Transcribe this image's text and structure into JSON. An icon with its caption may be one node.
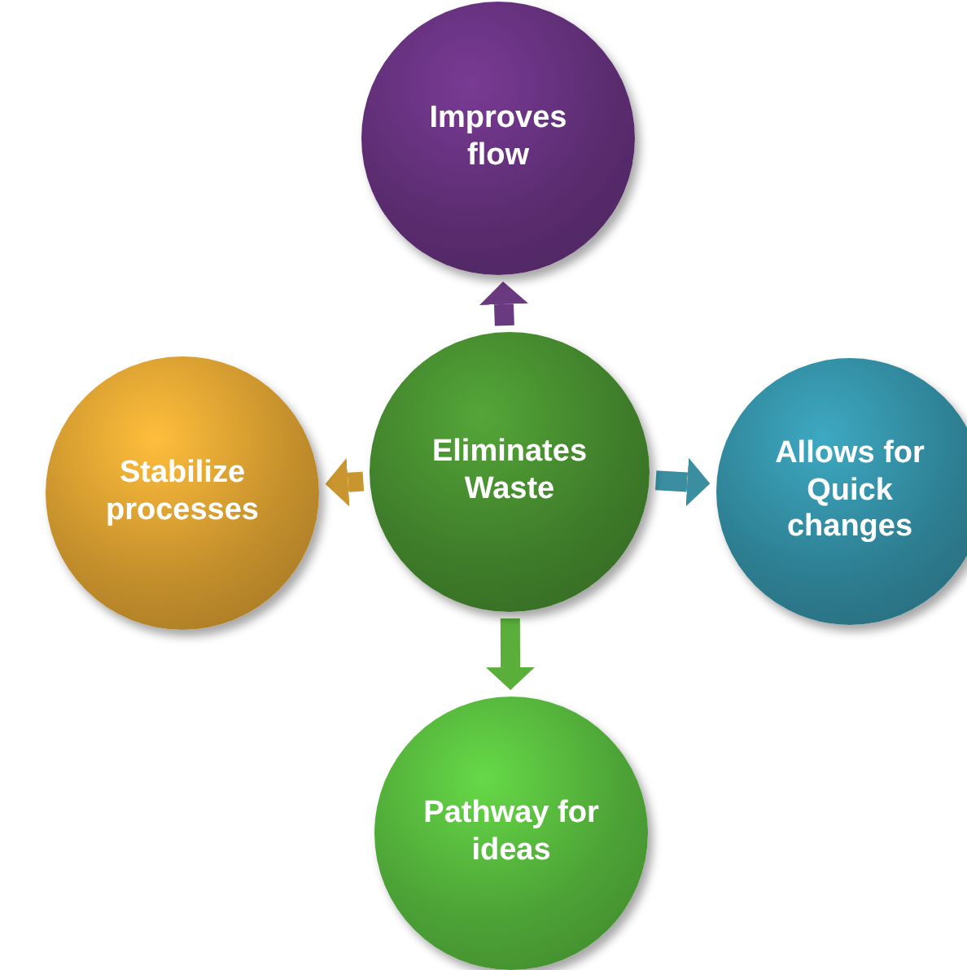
{
  "diagram": {
    "nodes": [
      {
        "text": [
          "Improves flow"
        ]
      },
      {
        "text": [
          "Stabilize processes"
        ]
      },
      {
        "text": [
          "Eliminates Waste"
        ]
      },
      {
        "text": [
          "Allows for Quick changes"
        ]
      },
      {
        "text": [
          "Pathway for ideas"
        ]
      }
    ],
    "edges": [
      {
        "from": 2,
        "to": 0,
        "arrow": "to",
        "color": "#6a3a80"
      },
      {
        "from": 2,
        "to": 1,
        "arrow": "to",
        "color": "#c9952f"
      },
      {
        "from": 2,
        "to": 3,
        "arrow": "to",
        "color": "#3a8ea0"
      },
      {
        "from": 2,
        "to": 4,
        "arrow": "to",
        "color": "#5aaf3a"
      }
    ]
  }
}
